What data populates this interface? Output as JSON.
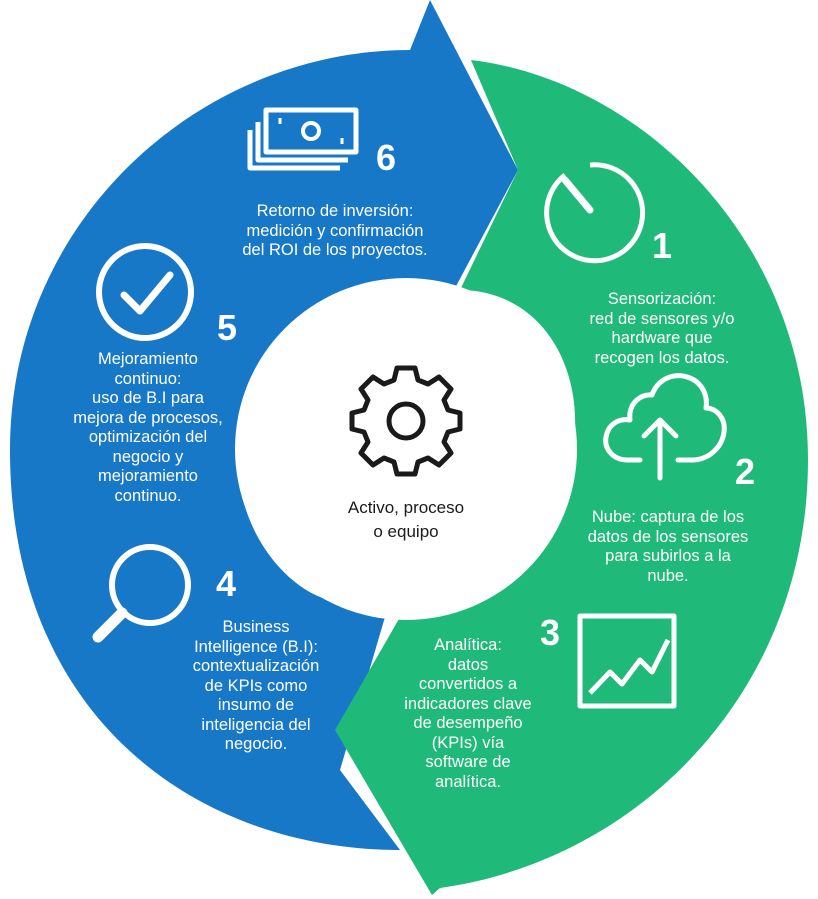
{
  "colors": {
    "blue": "#1878c8",
    "green": "#1fba79",
    "center_bg": "#ffffff",
    "icon_stroke": "#ffffff",
    "gear": "#1a1a1a"
  },
  "center": {
    "label": "Activo, proceso\no equipo",
    "icon": "gear-icon"
  },
  "stages": [
    {
      "number": "1",
      "icon": "stopwatch-icon",
      "text": "Sensorización:\nred de sensores y/o\nhardware que\nrecogen los datos."
    },
    {
      "number": "2",
      "icon": "cloud-upload-icon",
      "text": "Nube: captura de los\ndatos de los sensores\npara subirlos a la\nnube."
    },
    {
      "number": "3",
      "icon": "line-chart-icon",
      "text": "Analítica:\ndatos\nconvertidos a\nindicadores clave\nde desempeño\n(KPIs) vía\nsoftware de\nanalítica."
    },
    {
      "number": "4",
      "icon": "magnifier-icon",
      "text": "Business\nIntelligence (B.I):\ncontextualización\nde KPIs como\ninsumo de\ninteligencia del\nnegocio."
    },
    {
      "number": "5",
      "icon": "checkmark-icon",
      "text": "Mejoramiento\ncontinuo:\nuso de B.I para\nmejora de procesos,\noptimización del\nnegocio y\nmejoramiento\ncontinuo."
    },
    {
      "number": "6",
      "icon": "money-bills-icon",
      "text": "Retorno de inversión:\nmedición y confirmación\ndel ROI de los proyectos."
    }
  ]
}
